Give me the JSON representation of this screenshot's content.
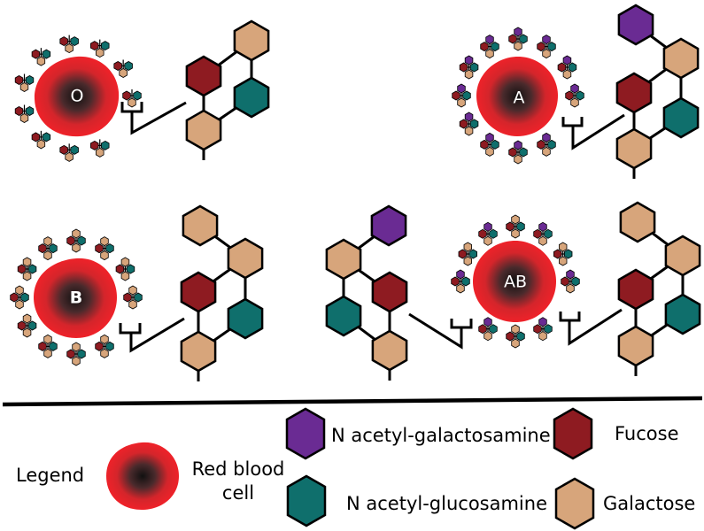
{
  "colors": {
    "fucose": "#8e1b21",
    "n_acetyl_galactosamine": "#6a2b93",
    "n_acetyl_glucosamine": "#0f6f6c",
    "galactose": "#d7a57b",
    "rbc_outer": "#ec2329",
    "rbc_center": "#1a1a1a"
  },
  "cells": [
    {
      "id": "O",
      "label": "O"
    },
    {
      "id": "A",
      "label": "A"
    },
    {
      "id": "B",
      "label": "B"
    },
    {
      "id": "AB",
      "label": "AB"
    }
  ],
  "legend": {
    "title": "Legend",
    "rbc_label_line1": "Red blood",
    "rbc_label_line2": "cell",
    "items": [
      {
        "key": "n_acetyl_galactosamine",
        "label": "N acetyl-galactosamine"
      },
      {
        "key": "fucose",
        "label": "Fucose"
      },
      {
        "key": "n_acetyl_glucosamine",
        "label": "N acetyl-glucosamine"
      },
      {
        "key": "galactose",
        "label": "Galactose"
      }
    ]
  }
}
